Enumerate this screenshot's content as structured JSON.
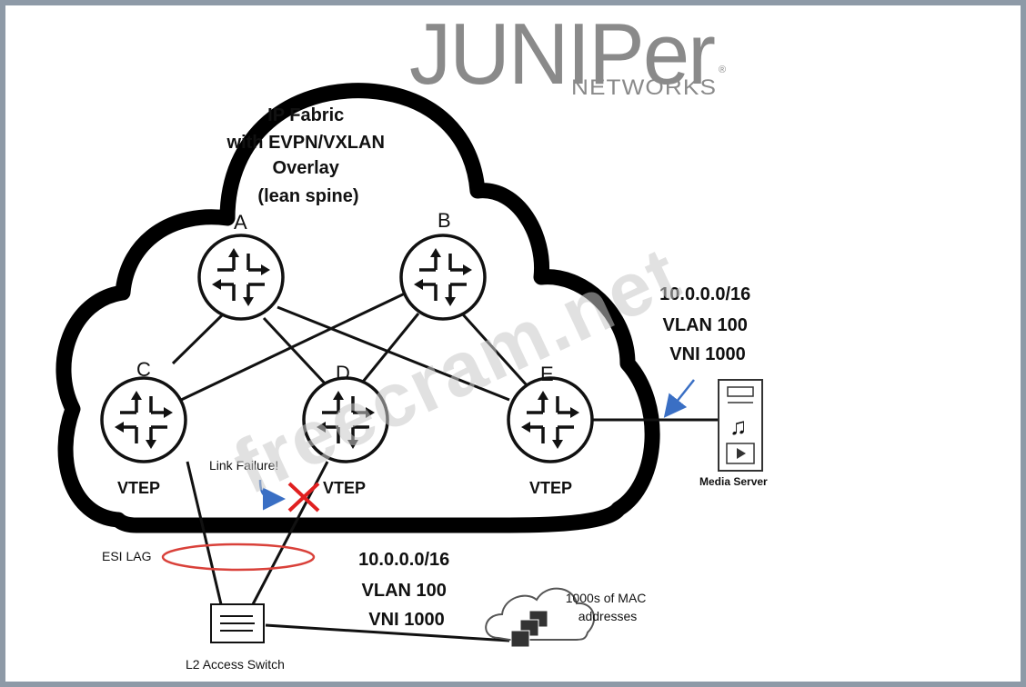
{
  "logo": {
    "brand": "JUNIPer",
    "sub": "NETWORKS",
    "mark": "®",
    "color": "#8a8a8a"
  },
  "watermark": "freecram.net",
  "cloud": {
    "title_lines": [
      "IP Fabric",
      "with EVPN/VXLAN",
      "Overlay",
      "(lean spine)"
    ]
  },
  "nodes": {
    "A": {
      "label": "A"
    },
    "B": {
      "label": "B"
    },
    "C": {
      "label": "C",
      "role": "VTEP"
    },
    "D": {
      "label": "D",
      "role": "VTEP"
    },
    "E": {
      "label": "E",
      "role": "VTEP"
    }
  },
  "server_info": [
    "10.0.0.0/16",
    "VLAN 100",
    "VNI 1000"
  ],
  "server_label": "Media Server",
  "access_info": [
    "10.0.0.0/16",
    "VLAN 100",
    "VNI 1000"
  ],
  "link_failure": "Link Failure!",
  "esi_lag": "ESI LAG",
  "switch_label": "L2 Access Switch",
  "mac_cloud": [
    "1000s of MAC",
    "addresses"
  ],
  "colors": {
    "ellipse": "#d9413a",
    "failure_x": "#e02020",
    "arrow": "#3a6fc4",
    "frame": "#8e9aa7"
  }
}
